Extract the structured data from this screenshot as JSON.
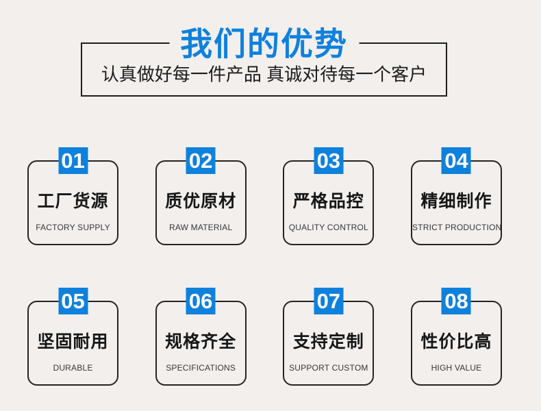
{
  "colors": {
    "background": "#f2efed",
    "accent": "#0e81dd",
    "frame_border": "#1e1e1e",
    "card_border": "#232323"
  },
  "header": {
    "title": "我们的优势",
    "subtitle": "认真做好每一件产品 真诚对待每一个客户"
  },
  "cards": [
    {
      "number": "01",
      "title": "工厂货源",
      "subtitle": "FACTORY SUPPLY"
    },
    {
      "number": "02",
      "title": "质优原材",
      "subtitle": "RAW MATERIAL"
    },
    {
      "number": "03",
      "title": "严格品控",
      "subtitle": "QUALITY CONTROL"
    },
    {
      "number": "04",
      "title": "精细制作",
      "subtitle": "STRICT PRODUCTION"
    },
    {
      "number": "05",
      "title": "坚固耐用",
      "subtitle": "DURABLE"
    },
    {
      "number": "06",
      "title": "规格齐全",
      "subtitle": "SPECIFICATIONS"
    },
    {
      "number": "07",
      "title": "支持定制",
      "subtitle": "SUPPORT CUSTOM"
    },
    {
      "number": "08",
      "title": "性价比高",
      "subtitle": "HIGH VALUE"
    }
  ]
}
